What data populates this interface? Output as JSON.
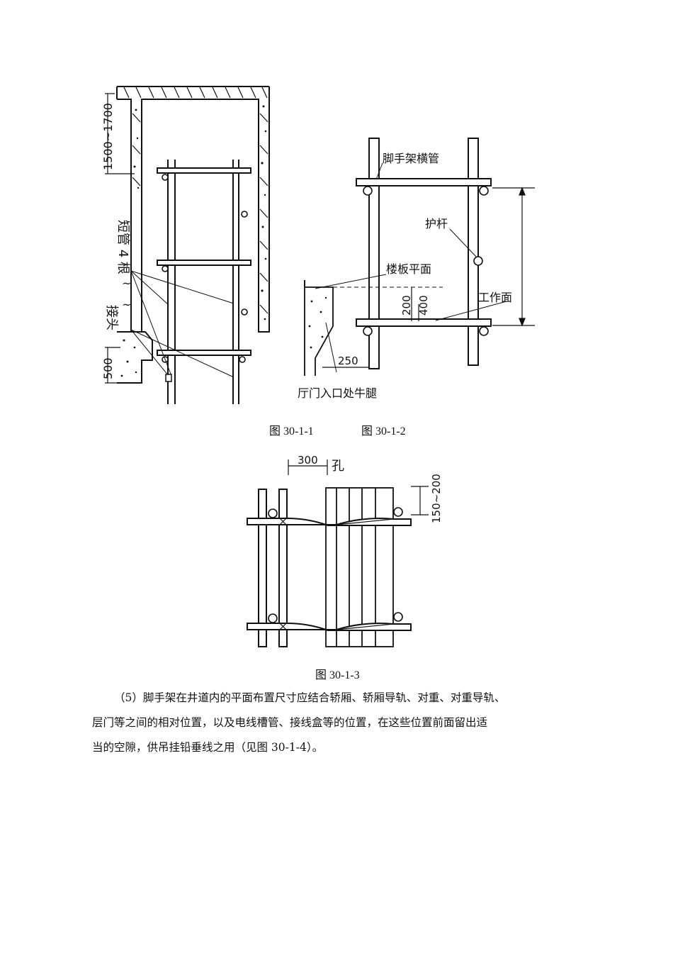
{
  "figure1": {
    "dim_top": "1500~1700",
    "label_short_pipes": "短管 4 根",
    "label_joint": "接头",
    "dim_bottom": "500"
  },
  "figure2": {
    "label_crossbar": "脚手架横管",
    "label_guard": "护杆",
    "label_floor": "楼板平面",
    "label_workface": "工作面",
    "dim_200": "200",
    "dim_400": "400",
    "dim_250": "250",
    "label_corbel": "厅门入口处牛腿"
  },
  "figure3": {
    "dim_300": "300",
    "label_hole": "孔",
    "dim_150_200": "150~200"
  },
  "captions": {
    "fig1": "图 30-1-1",
    "fig2": "图 30-1-2",
    "fig3": "图 30-1-3"
  },
  "paragraph": {
    "line1": "（5）脚手架在井道内的平面布置尺寸应结合轿厢、轿厢导轨、对重、对重导轨、",
    "line2": "层门等之间的相对位置，以及电线槽管、接线盒等的位置，在这些位置前面留出适",
    "line3": "当的空隙，供吊挂铅垂线之用（见图 30-1-4）。"
  }
}
